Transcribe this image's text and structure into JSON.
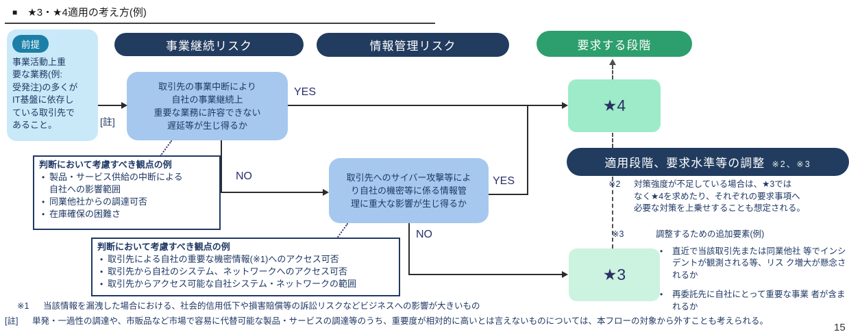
{
  "page": {
    "title_marker": "■",
    "title": "★3・★4適用の考え方(例)",
    "page_number": "15"
  },
  "premise": {
    "badge": "前提",
    "text": "事業活動上重\n要な業務(例:\n受発注)の多くが\nIT基盤に依存し\nている取引先で\nあること。"
  },
  "headers": {
    "business_continuity_risk": "事業継続リスク",
    "information_management_risk": "情報管理リスク",
    "required_stage": "要求する段階"
  },
  "flow": {
    "note_ref_label": "[註]",
    "decision_business": "取引先の事業中断により\n自社の事業継続上\n重要な業務に許容できない\n遅延等が生じ得るか",
    "decision_info": "取引先へのサイバー攻撃等によ\nり自社の機密等に係る情報管\n理に重大な影響が生じ得るか",
    "yes_business": "YES",
    "no_business": "NO",
    "yes_info": "YES",
    "no_info": "NO",
    "star4": "★4",
    "star3": "★3"
  },
  "adjustment": {
    "label": "適用段階、要求水準等の調整",
    "refs": "※2、※3"
  },
  "considerations_business": {
    "title": "判断において考慮すべき観点の例",
    "bullet": "•",
    "items": [
      "製品・サービス供給の中断による\n自社への影響範囲",
      "同業他社からの調達可否",
      "在庫確保の困難さ"
    ]
  },
  "considerations_info": {
    "title": "判断において考慮すべき観点の例",
    "bullet": "•",
    "items": [
      "取引先による自社の重要な機密情報(※1)へのアクセス可否",
      "取引先から自社のシステム、ネットワークへのアクセス可否",
      "取引先からアクセス可能な自社システム・ネットワークの範囲"
    ]
  },
  "notes": {
    "note2_label": "※2",
    "note2_text": "対策強度が不足している場合は、★3では\nなく★4を求めたり、それぞれの要求事項へ\n必要な対策を上乗せすることも想定される。",
    "note3_label": "※3",
    "note3_title": "調整するための追加要素(例)",
    "note3_bullet": "•",
    "note3_items": [
      "直近で当該取引先または同業他社\n等でインシデントが観測される等、リス\nク増大が懸念されるか",
      "再委託先に自社にとって重要な事業\n者が含まれるか"
    ],
    "note1_label": "※1",
    "note1_text": "当該情報を漏洩した場合における、社会的信用低下や損害賠償等の訴訟リスクなどビジネスへの影響が大きいもの",
    "chu_label": "[註]",
    "chu_text": "単発・一過性の調達や、市販品など市場で容易に代替可能な製品・サービスの調達等のうち、重要度が相対的に高いとは言えないものについては、本フローの対象から外すことも考えられる。"
  },
  "colors": {
    "navy_pill": "#223c5f",
    "green_pill": "#2d9e6d",
    "teal_badge": "#1b7fa7",
    "premise_bg": "#c9e9f8",
    "decision_bg": "#a6c8ee",
    "star4_bg": "#9debc8",
    "star3_bg": "#ccf2e0",
    "text_navy": "#1f3864",
    "line": "#2b2b2b"
  }
}
